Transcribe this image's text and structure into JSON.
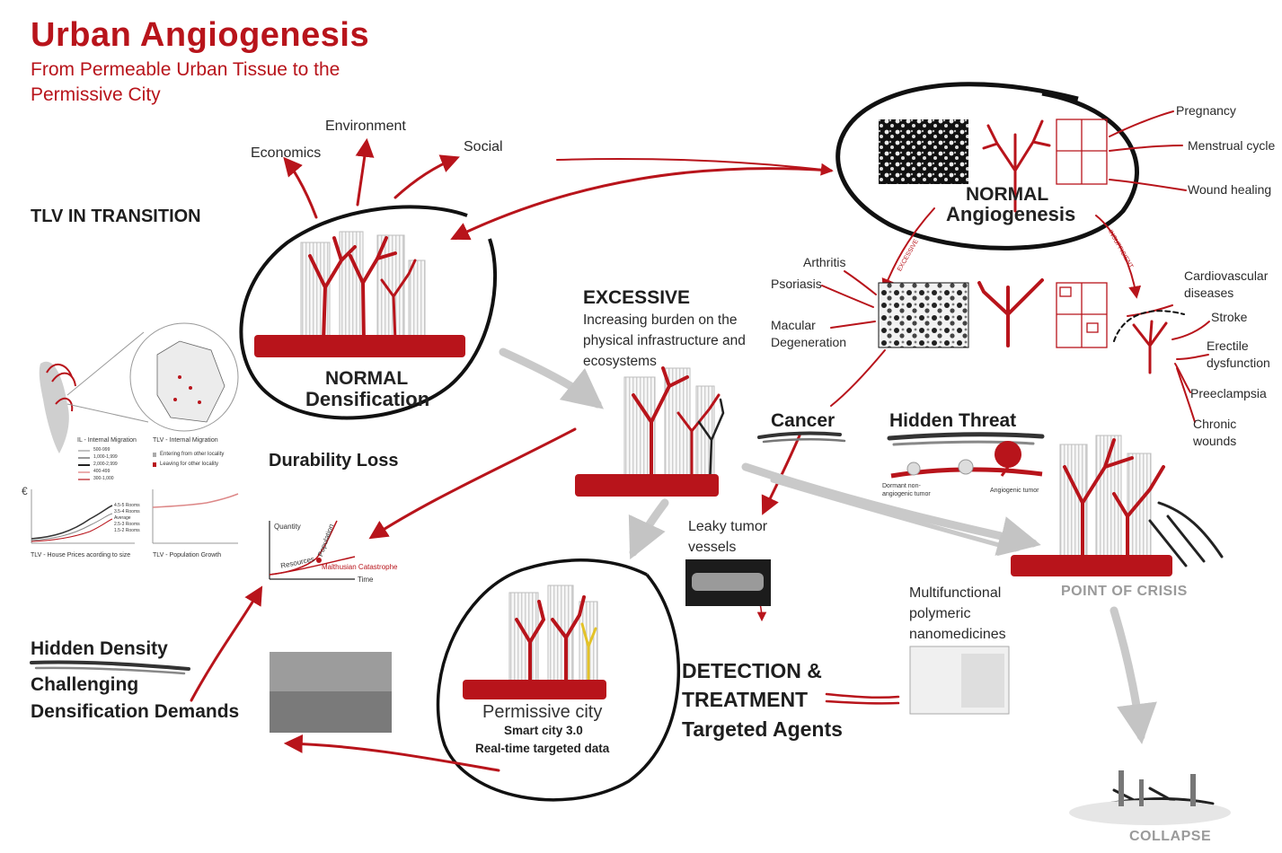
{
  "header": {
    "title": "Urban   Angiogenesis",
    "subtitle": "From Permeable Urban Tissue to the Permissive City"
  },
  "left": {
    "transition_title": "TLV  IN TRANSITION",
    "map_captions": [
      "IL - Internal Migration",
      "TLV - Internal Migration"
    ],
    "legend_il": [
      "500-999",
      "1,000-1,999",
      "2,000-2,999",
      "400-499",
      "300-1,000"
    ],
    "legend_tlv": [
      "Entering from other locality",
      "Leaving for other locality"
    ],
    "house_chart_caption": "TLV - House Prices acording to size",
    "house_chart_currency": "€",
    "house_chart_legend": [
      "4.5-5 Rooms",
      "3.5-4 Rooms",
      "Average",
      "2.5-3 Rooms",
      "1.5-2 Rooms"
    ],
    "pop_chart_caption": "TLV - Population Growth",
    "hidden_density": "Hidden Density",
    "challenging": "Challenging",
    "densification_demands": "Densification Demands"
  },
  "pillars": {
    "environment": "Environment",
    "economics": "Economics",
    "social": "Social"
  },
  "normal_densification": {
    "line1": "NORMAL",
    "line2": "Densification"
  },
  "durability_loss": "Durability Loss",
  "malthus": {
    "quantity": "Quantity",
    "population": "Population",
    "resources": "Resources",
    "catastrophe": "Malthusian Catastrophe",
    "time": "Time"
  },
  "normal_angio": {
    "line1": "NORMAL",
    "line2": "Angiogenesis",
    "conditions": [
      "Pregnancy",
      "Menstrual cycle",
      "Wound healing"
    ],
    "excessive_tag": "EXCESSIVE",
    "insufficient_tag": "INSUFFICIENT"
  },
  "excessive": {
    "title": "EXCESSIVE",
    "desc": "Increasing burden on the physical infrastructure and ecosystems",
    "diseases": [
      "Arthritis",
      "Psoriasis",
      "Macular",
      "Degeneration"
    ]
  },
  "insufficient_diseases": [
    "Cardiovascular",
    "diseases",
    "Stroke",
    "Erectile",
    "dysfunction",
    "Preeclampsia",
    "Chronic",
    "wounds"
  ],
  "cancer": "Cancer",
  "hidden_threat": {
    "title": "Hidden Threat",
    "dormant": "Dormant non-",
    "dormant2": "angiogenic tumor",
    "angiogenic": "Angiogenic tumor"
  },
  "leaky": {
    "line1": "Leaky tumor",
    "line2": "vessels"
  },
  "point_of_crisis": "POINT OF CRISIS",
  "collapse": "COLLAPSE",
  "nano": {
    "line1": "Multifunctional",
    "line2": "polymeric",
    "line3": "nanomedicines"
  },
  "detection": {
    "line1": "DETECTION  &",
    "line2": "TREATMENT",
    "line3": "Targeted Agents"
  },
  "permissive": {
    "title": "Permissive city",
    "line2": "Smart city 3.0",
    "line3": "Real-time targeted data"
  },
  "colors": {
    "accent": "#b8141b",
    "ink": "#1e1e1e",
    "gray": "#9a9a9a"
  }
}
